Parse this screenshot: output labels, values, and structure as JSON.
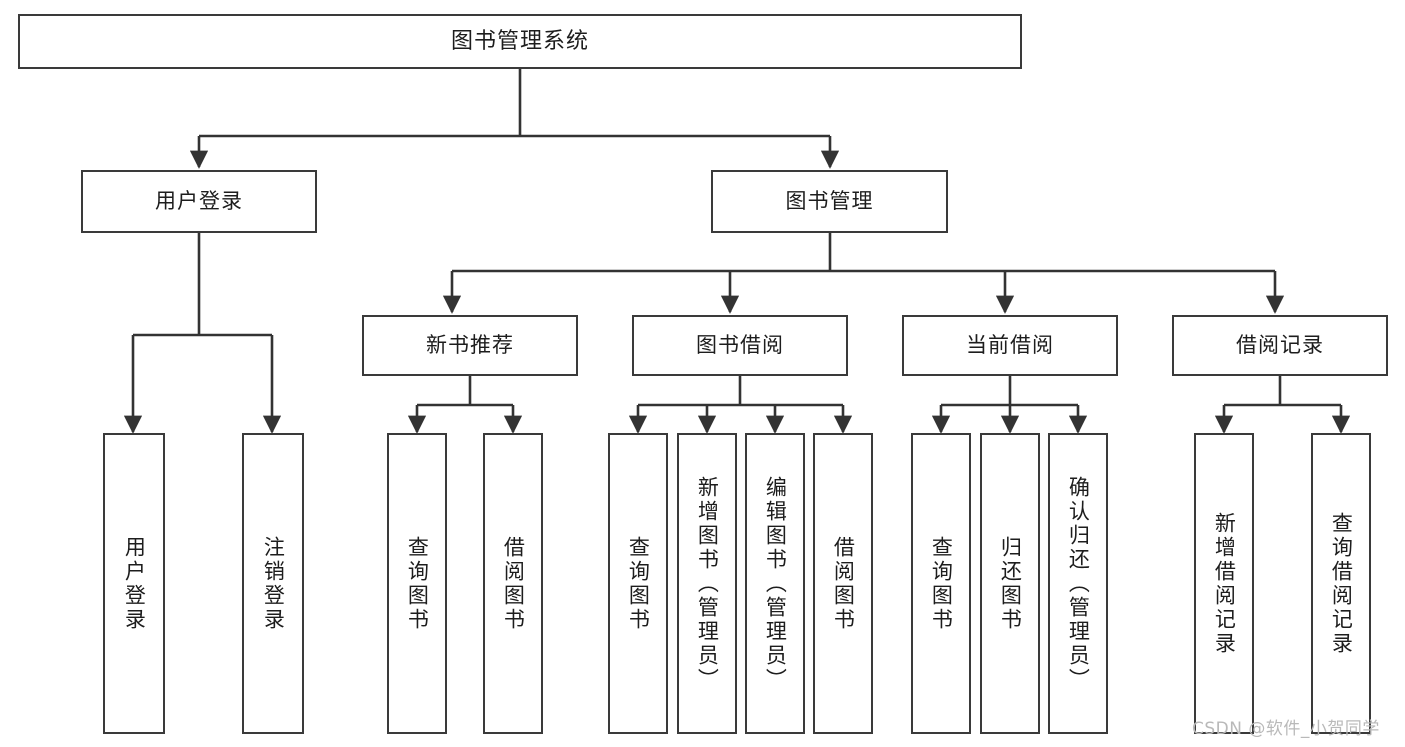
{
  "diagram": {
    "type": "tree-hierarchy-diagram",
    "title": "图书管理系统",
    "watermark": "CSDN @软件_小贺同学",
    "colors": {
      "box_border": "#3a3a3a",
      "box_fill": "#ffffff",
      "edge": "#333333",
      "text": "#1d1d1d",
      "watermark": "#b9b9b9"
    },
    "levels": {
      "root": {
        "label": "图书管理系统"
      },
      "level2": [
        {
          "id": "user-login",
          "label": "用户登录"
        },
        {
          "id": "book-management",
          "label": "图书管理"
        }
      ],
      "level3": [
        {
          "id": "new-book-recommend",
          "label": "新书推荐"
        },
        {
          "id": "book-borrow",
          "label": "图书借阅"
        },
        {
          "id": "current-borrow",
          "label": "当前借阅"
        },
        {
          "id": "borrow-record",
          "label": "借阅记录"
        }
      ],
      "leaves": [
        {
          "id": "leaf-user-login",
          "label": "用户登录",
          "parent": "user-login"
        },
        {
          "id": "leaf-user-logout",
          "label": "注销登录",
          "parent": "user-login"
        },
        {
          "id": "leaf-query-book-1",
          "label": "查询图书",
          "parent": "new-book-recommend"
        },
        {
          "id": "leaf-borrow-book-1",
          "label": "借阅图书",
          "parent": "new-book-recommend"
        },
        {
          "id": "leaf-query-book-2",
          "label": "查询图书",
          "parent": "book-borrow"
        },
        {
          "id": "leaf-add-book",
          "label": "新增图书（管理员）",
          "parent": "book-borrow"
        },
        {
          "id": "leaf-edit-book",
          "label": "编辑图书（管理员）",
          "parent": "book-borrow"
        },
        {
          "id": "leaf-borrow-book-2",
          "label": "借阅图书",
          "parent": "book-borrow"
        },
        {
          "id": "leaf-query-book-3",
          "label": "查询图书",
          "parent": "current-borrow"
        },
        {
          "id": "leaf-return-book",
          "label": "归还图书",
          "parent": "current-borrow"
        },
        {
          "id": "leaf-confirm-return",
          "label": "确认归还（管理员）",
          "parent": "current-borrow"
        },
        {
          "id": "leaf-add-record",
          "label": "新增借阅记录",
          "parent": "borrow-record"
        },
        {
          "id": "leaf-query-record",
          "label": "查询借阅记录",
          "parent": "borrow-record"
        }
      ]
    }
  }
}
